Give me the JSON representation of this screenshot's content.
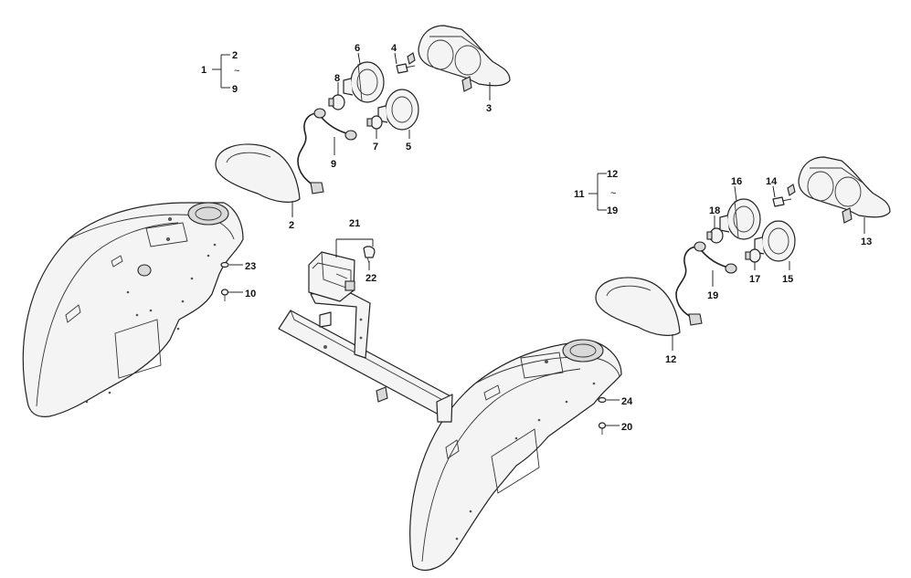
{
  "callouts": {
    "assy_left": "1",
    "assy_left_from": "2",
    "assy_left_sep": "~",
    "assy_left_to": "9",
    "lens_left": "2",
    "housing_left": "3",
    "screw_left": "4",
    "socket_small_left": "5",
    "socket_large_left": "6",
    "bulb_small_left": "7",
    "bulb_large_left": "8",
    "harness_left": "9",
    "screw_fender_left": "10",
    "assy_right": "11",
    "assy_right_from": "12",
    "assy_right_sep": "~",
    "assy_right_to": "19",
    "lens_right": "12",
    "housing_right": "13",
    "screw_right": "14",
    "socket_small_right": "15",
    "socket_large_right": "16",
    "bulb_small_right": "17",
    "bulb_large_right": "18",
    "harness_right": "19",
    "screw_fender_right": "20",
    "plate_lamp": "21",
    "plate_bulb": "22",
    "washer_left": "23",
    "washer_right": "24"
  }
}
